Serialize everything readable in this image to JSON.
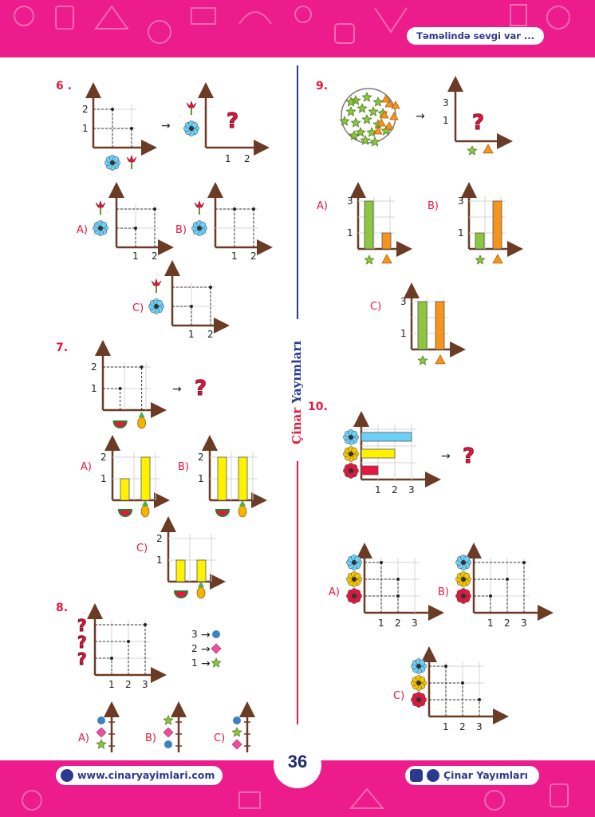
{
  "header": {
    "motto": "Təməlində sevgi var ..."
  },
  "footer": {
    "website": "www.cinaryayimlari.com",
    "social": "Çinar Yayımları",
    "page": "36"
  },
  "spine": {
    "part1": "Çinar",
    "part2": "Yayımları"
  },
  "numbers": {
    "q6": "6 .",
    "q7": "7.",
    "q8": "8.",
    "q9": "9.",
    "q10": "10."
  },
  "options": {
    "a": "A)",
    "b": "B)",
    "c": "C)"
  },
  "ticks": {
    "one": "1",
    "two": "2",
    "three": "3"
  },
  "arrow": "→",
  "question_mark": "?",
  "legend8": [
    {
      "value": "3",
      "symbol": "circle"
    },
    {
      "value": "2",
      "symbol": "diamond"
    },
    {
      "value": "1",
      "symbol": "star"
    }
  ],
  "colors": {
    "brand_pink": "#ec1c8c",
    "navy": "#2b3a8e",
    "red": "#e5173f",
    "axis": "#6b3b25",
    "green": "#8dc63f",
    "orange": "#f7941d",
    "yellow": "#fff200",
    "blue": "#6ccff6",
    "pink": "#ec4f9c"
  },
  "q6": {
    "question": {
      "flower": 2,
      "tulip": 1
    },
    "A": {
      "flower": 1,
      "tulip": 2
    },
    "B": {
      "flower": 2,
      "tulip": 2
    },
    "C": {
      "flower": 1,
      "tulip": 2
    }
  },
  "q7": {
    "question": {
      "watermelon": 1,
      "pineapple": 2
    },
    "A": [
      1,
      2
    ],
    "B": [
      2,
      2
    ],
    "C": [
      1,
      1
    ]
  },
  "q9": {
    "picture": {
      "stars": 18,
      "triangles": 8
    },
    "A": [
      3,
      1
    ],
    "B": [
      1,
      3
    ],
    "C": [
      3,
      3
    ]
  },
  "q10": {
    "question": {
      "blue_flower": 3,
      "yellow_flower": 2,
      "red_flower": 1
    },
    "A": {
      "blue_flower": 1,
      "yellow_flower": 2,
      "red_flower": 2
    },
    "B": {
      "blue_flower": 3,
      "yellow_flower": 2,
      "red_flower": 1
    },
    "C": {
      "blue_flower": 1,
      "yellow_flower": 2,
      "red_flower": 3
    }
  },
  "q8": {
    "question": [
      3,
      2,
      1
    ],
    "A": [
      "circle",
      "diamond",
      "star"
    ],
    "B": [
      "star",
      "diamond",
      "circle"
    ],
    "C": [
      "circle",
      "star",
      "diamond"
    ]
  }
}
